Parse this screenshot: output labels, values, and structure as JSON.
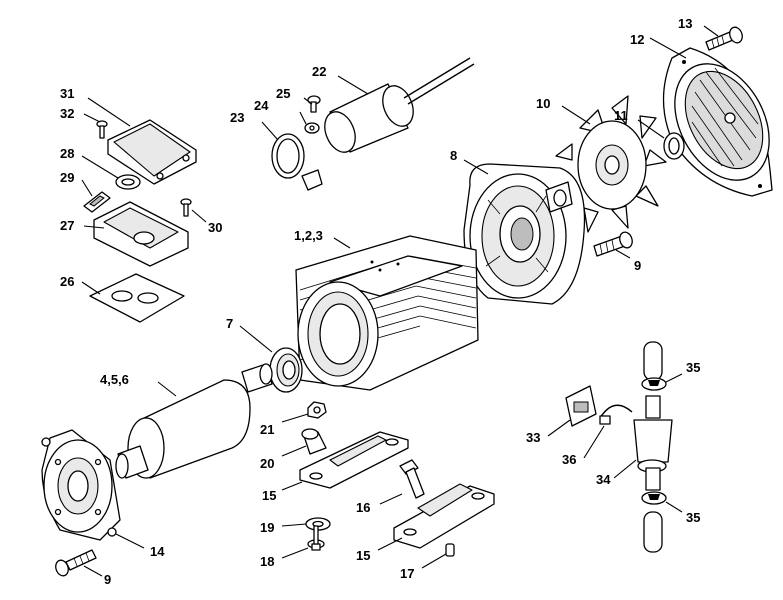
{
  "callouts": [
    {
      "id": "c13",
      "label": "13"
    },
    {
      "id": "c12",
      "label": "12"
    },
    {
      "id": "c22",
      "label": "22"
    },
    {
      "id": "c25",
      "label": "25"
    },
    {
      "id": "c24",
      "label": "24"
    },
    {
      "id": "c23",
      "label": "23"
    },
    {
      "id": "c31",
      "label": "31"
    },
    {
      "id": "c32",
      "label": "32"
    },
    {
      "id": "c28",
      "label": "28"
    },
    {
      "id": "c29",
      "label": "29"
    },
    {
      "id": "c30",
      "label": "30"
    },
    {
      "id": "c27",
      "label": "27"
    },
    {
      "id": "c26",
      "label": "26"
    },
    {
      "id": "c10",
      "label": "10"
    },
    {
      "id": "c11",
      "label": "11"
    },
    {
      "id": "c8",
      "label": "8"
    },
    {
      "id": "c9a",
      "label": "9"
    },
    {
      "id": "c123",
      "label": "1,2,3"
    },
    {
      "id": "c7",
      "label": "7"
    },
    {
      "id": "c456",
      "label": "4,5,6"
    },
    {
      "id": "c21",
      "label": "21"
    },
    {
      "id": "c20",
      "label": "20"
    },
    {
      "id": "c15a",
      "label": "15"
    },
    {
      "id": "c16",
      "label": "16"
    },
    {
      "id": "c19",
      "label": "19"
    },
    {
      "id": "c18",
      "label": "18"
    },
    {
      "id": "c15b",
      "label": "15"
    },
    {
      "id": "c17",
      "label": "17"
    },
    {
      "id": "c14",
      "label": "14"
    },
    {
      "id": "c9b",
      "label": "9"
    },
    {
      "id": "c35a",
      "label": "35"
    },
    {
      "id": "c33",
      "label": "33"
    },
    {
      "id": "c36",
      "label": "36"
    },
    {
      "id": "c34",
      "label": "34"
    },
    {
      "id": "c35b",
      "label": "35"
    }
  ]
}
